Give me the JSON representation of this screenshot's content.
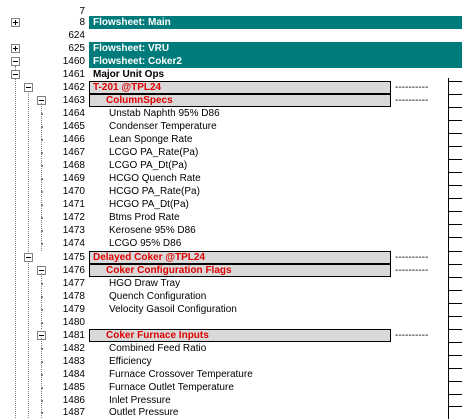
{
  "rows": [
    {
      "num": "",
      "label": "",
      "kind": "blank"
    },
    {
      "num": "7",
      "label": "",
      "kind": "blank"
    },
    {
      "num": "8",
      "label": "Flowsheet: Main",
      "kind": "flowsheet"
    },
    {
      "num": "624",
      "label": "",
      "kind": "blank"
    },
    {
      "num": "625",
      "label": "Flowsheet: VRU",
      "kind": "flowsheet"
    },
    {
      "num": "1460",
      "label": "Flowsheet: Coker2",
      "kind": "flowsheet"
    },
    {
      "num": "1461",
      "label": "Major Unit Ops",
      "kind": "group"
    },
    {
      "num": "1462",
      "label": "T-201 @TPL24",
      "kind": "unitop"
    },
    {
      "num": "1463",
      "label": "ColumnSpecs",
      "kind": "subgroup"
    },
    {
      "num": "1464",
      "label": "Unstab Naphth 95% D86",
      "kind": "item"
    },
    {
      "num": "1465",
      "label": "Condenser Temperature",
      "kind": "item"
    },
    {
      "num": "1466",
      "label": "Lean Sponge Rate",
      "kind": "item"
    },
    {
      "num": "1467",
      "label": "LCGO PA_Rate(Pa)",
      "kind": "item"
    },
    {
      "num": "1468",
      "label": "LCGO PA_Dt(Pa)",
      "kind": "item"
    },
    {
      "num": "1469",
      "label": "HCGO Quench Rate",
      "kind": "item"
    },
    {
      "num": "1470",
      "label": "HCGO PA_Rate(Pa)",
      "kind": "item"
    },
    {
      "num": "1471",
      "label": "HCGO PA_Dt(Pa)",
      "kind": "item"
    },
    {
      "num": "1472",
      "label": "Btms Prod Rate",
      "kind": "item"
    },
    {
      "num": "1473",
      "label": "Kerosene 95% D86",
      "kind": "item"
    },
    {
      "num": "1474",
      "label": "LCGO 95% D86",
      "kind": "item"
    },
    {
      "num": "1475",
      "label": "Delayed Coker @TPL24",
      "kind": "unitop"
    },
    {
      "num": "1476",
      "label": "Coker Configuration Flags",
      "kind": "subgroup"
    },
    {
      "num": "1477",
      "label": "HGO Draw Tray",
      "kind": "item"
    },
    {
      "num": "1478",
      "label": "Quench Configuration",
      "kind": "item"
    },
    {
      "num": "1479",
      "label": "Velocity Gasoil Configuration",
      "kind": "item"
    },
    {
      "num": "1480",
      "label": "",
      "kind": "itemblank"
    },
    {
      "num": "1481",
      "label": "Coker Furnace Inputs",
      "kind": "subgroup"
    },
    {
      "num": "1482",
      "label": "Combined Feed Ratio",
      "kind": "item"
    },
    {
      "num": "1483",
      "label": "Efficiency",
      "kind": "item"
    },
    {
      "num": "1484",
      "label": "Furnace Crossover Temperature",
      "kind": "item"
    },
    {
      "num": "1485",
      "label": "Furnace Outlet Temperature",
      "kind": "item"
    },
    {
      "num": "1486",
      "label": "Inlet Pressure",
      "kind": "item"
    },
    {
      "num": "1487",
      "label": "Outlet Pressure",
      "kind": "item"
    }
  ],
  "dashes": "----------",
  "colors": {
    "flowsheet_band": "#007b7b",
    "header_fill": "#d9d9d9",
    "red_text": "#e00000"
  }
}
